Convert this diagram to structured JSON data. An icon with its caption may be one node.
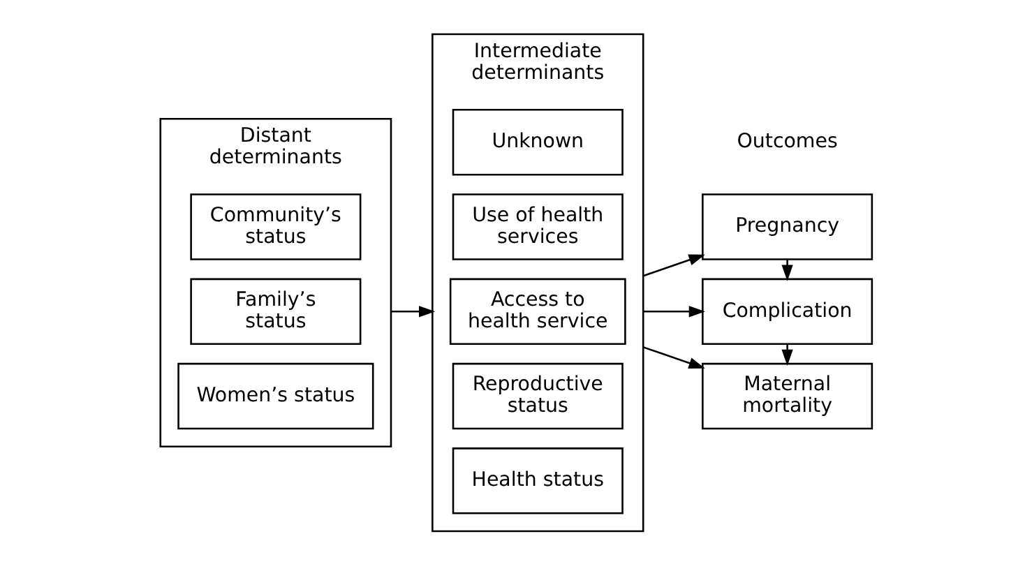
{
  "diagram": {
    "nodes": [
      {
        "text": [
          "Distant determinants"
        ]
      },
      {
        "text": [
          "Women’s status"
        ],
        "in": 0
      },
      {
        "text": [
          "Family’s status"
        ],
        "in": 0
      },
      {
        "text": [
          "Community’s status"
        ],
        "in": 0
      },
      {
        "text": [
          "Intermediate determinants"
        ]
      },
      {
        "text": [
          "Health status"
        ],
        "in": 4
      },
      {
        "text": [
          "Reproductive status"
        ],
        "in": 4
      },
      {
        "text": [
          "Access to health service"
        ],
        "in": 4
      },
      {
        "text": [
          "Use of health services"
        ],
        "in": 4
      },
      {
        "text": [
          "Unknown"
        ],
        "in": 4
      },
      {
        "text": [
          "Pregnancy"
        ]
      },
      {
        "text": [
          "Complication"
        ]
      },
      {
        "text": [
          "Maternal mortality"
        ]
      }
    ],
    "edges": [
      {
        "from": 0,
        "to": 4,
        "arrow": "to"
      },
      {
        "from": 4,
        "to": 10,
        "arrow": "to"
      },
      {
        "from": 4,
        "to": 11,
        "arrow": "to"
      },
      {
        "from": 4,
        "to": 12,
        "arrow": "to"
      },
      {
        "from": 10,
        "to": 11,
        "arrow": "to"
      },
      {
        "from": 11,
        "to": 12,
        "arrow": "to"
      }
    ],
    "labels": [
      "Outcomes"
    ]
  }
}
